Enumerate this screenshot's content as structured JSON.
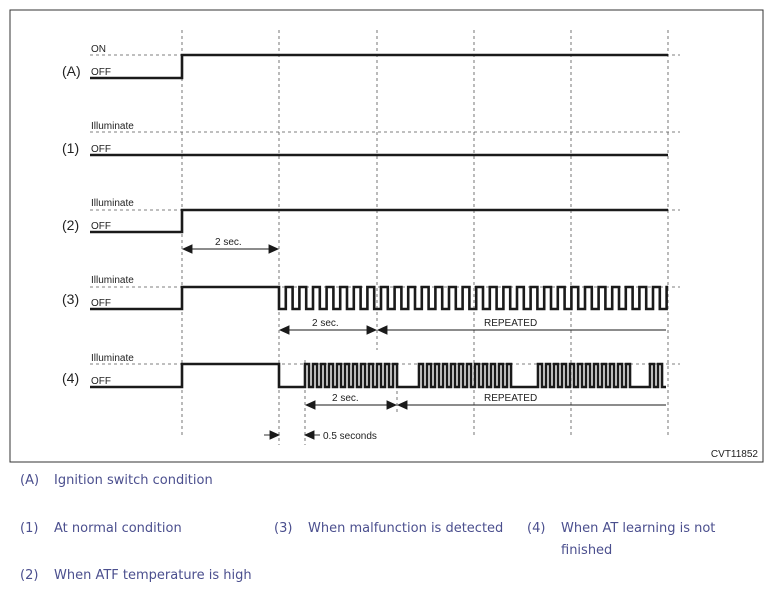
{
  "figure_id": "CVT11852",
  "row_labels": [
    "(A)",
    "(1)",
    "(2)",
    "(3)",
    "(4)"
  ],
  "state_labels": {
    "A": {
      "high": "ON",
      "low": "OFF"
    },
    "r1": {
      "high": "Illuminate",
      "low": "OFF"
    },
    "r2": {
      "high": "Illuminate",
      "low": "OFF"
    },
    "r3": {
      "high": "Illuminate",
      "low": "OFF"
    },
    "r4": {
      "high": "Illuminate",
      "low": "OFF"
    }
  },
  "annotations": {
    "r2_duration": "2 sec.",
    "r3_period": "2 sec.",
    "r3_repeat": "REPEATED",
    "r4_period": "2 sec.",
    "r4_repeat": "REPEATED",
    "r4_delay": "0.5 seconds"
  },
  "legend": [
    {
      "key": "(A)",
      "text": "Ignition switch condition"
    },
    {
      "key": "(1)",
      "text": "At normal condition"
    },
    {
      "key": "(3)",
      "text": "When malfunction is detected"
    },
    {
      "key": "(4)",
      "text": "When AT learning is not finished"
    },
    {
      "key": "(2)",
      "text": "When ATF temperature is high"
    }
  ]
}
